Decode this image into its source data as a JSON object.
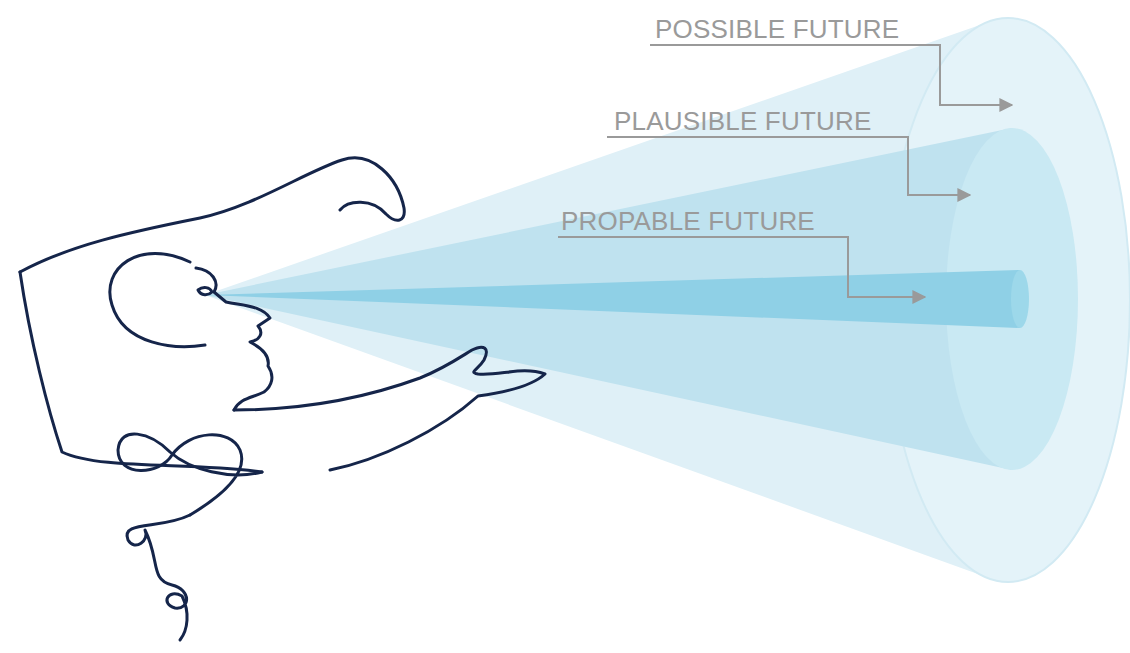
{
  "diagram": {
    "labels": [
      "POSSIBLE FUTURE",
      "PLAUSIBLE FUTURE",
      "PROPABLE FUTURE"
    ]
  }
}
